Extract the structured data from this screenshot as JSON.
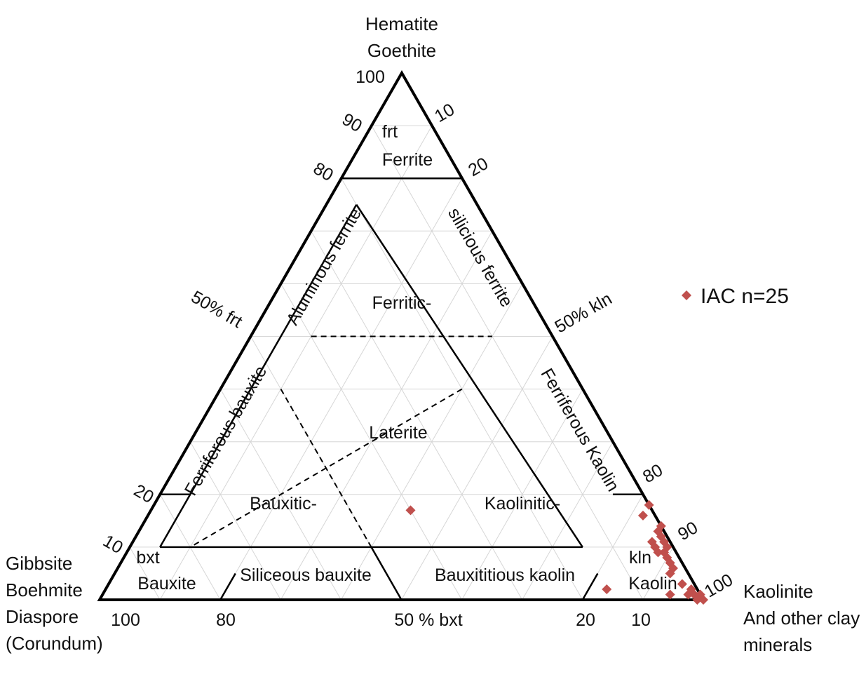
{
  "chart_data": {
    "type": "scatter",
    "subtype": "ternary",
    "apex_labels": {
      "top": [
        "Hematite",
        "Goethite"
      ],
      "left": [
        "Gibbsite",
        "Boehmite",
        "Diaspore",
        "(Corundum)"
      ],
      "right": [
        "Kaolinite",
        "And other clay",
        "minerals"
      ]
    },
    "ticks": {
      "left_edge": [
        "100",
        "90",
        "80",
        "50% frt",
        "20",
        "10"
      ],
      "right_edge": [
        "10",
        "20",
        "50% kln",
        "80",
        "90",
        "100"
      ],
      "bottom_edge": [
        "100",
        "80",
        "50 % bxt",
        "20",
        "10"
      ]
    },
    "regions": {
      "frt": "frt",
      "ferrite": "Ferrite",
      "aluminous_ferrite": "Aluminous  ferrite",
      "silicious_ferrite": "silicious ferrite",
      "ferritic": "Ferritic-",
      "ferriferous_bauxite": "Ferriferous bauxite",
      "ferriferous_kaolin": "Ferriferous Kaolin",
      "laterite": "Laterite",
      "bauxitic": "Bauxitic-",
      "kaolinitic": "Kaolinitic-",
      "bxt": "bxt",
      "bauxite": "Bauxite",
      "siliceous_bauxite": "Siliceous bauxite",
      "bauxititious_kaolin": "Bauxititious kaolin",
      "kln": "kln",
      "kaolin": "Kaolin"
    },
    "series": [
      {
        "name": "IAC n=25",
        "color": "#c0504d",
        "marker": "diamond",
        "points": [
          {
            "hematite": 18,
            "kaolinite": 82,
            "gibbsite": 0
          },
          {
            "hematite": 16,
            "kaolinite": 82,
            "gibbsite": 2
          },
          {
            "hematite": 17,
            "kaolinite": 43,
            "gibbsite": 40
          },
          {
            "hematite": 14,
            "kaolinite": 86,
            "gibbsite": 0
          },
          {
            "hematite": 13,
            "kaolinite": 86,
            "gibbsite": 1
          },
          {
            "hematite": 12,
            "kaolinite": 87,
            "gibbsite": 1
          },
          {
            "hematite": 11,
            "kaolinite": 88,
            "gibbsite": 1
          },
          {
            "hematite": 10,
            "kaolinite": 89,
            "gibbsite": 1
          },
          {
            "hematite": 11,
            "kaolinite": 86,
            "gibbsite": 3
          },
          {
            "hematite": 9,
            "kaolinite": 89,
            "gibbsite": 2
          },
          {
            "hematite": 10,
            "kaolinite": 87,
            "gibbsite": 3
          },
          {
            "hematite": 9,
            "kaolinite": 88,
            "gibbsite": 3
          },
          {
            "hematite": 8,
            "kaolinite": 90,
            "gibbsite": 2
          },
          {
            "hematite": 7,
            "kaolinite": 91,
            "gibbsite": 2
          },
          {
            "hematite": 6,
            "kaolinite": 92,
            "gibbsite": 2
          },
          {
            "hematite": 5,
            "kaolinite": 92,
            "gibbsite": 3
          },
          {
            "hematite": 3,
            "kaolinite": 95,
            "gibbsite": 2
          },
          {
            "hematite": 1,
            "kaolinite": 98,
            "gibbsite": 1
          },
          {
            "hematite": 1,
            "kaolinite": 97,
            "gibbsite": 2
          },
          {
            "hematite": 2,
            "kaolinite": 97,
            "gibbsite": 1
          },
          {
            "hematite": 0,
            "kaolinite": 99,
            "gibbsite": 1
          },
          {
            "hematite": 1,
            "kaolinite": 99,
            "gibbsite": 0
          },
          {
            "hematite": 0,
            "kaolinite": 100,
            "gibbsite": 0
          },
          {
            "hematite": 1,
            "kaolinite": 94,
            "gibbsite": 5
          },
          {
            "hematite": 2,
            "kaolinite": 83,
            "gibbsite": 15
          }
        ]
      }
    ],
    "legend": {
      "label": "IAC n=25",
      "placement": "right"
    },
    "grid": true
  }
}
